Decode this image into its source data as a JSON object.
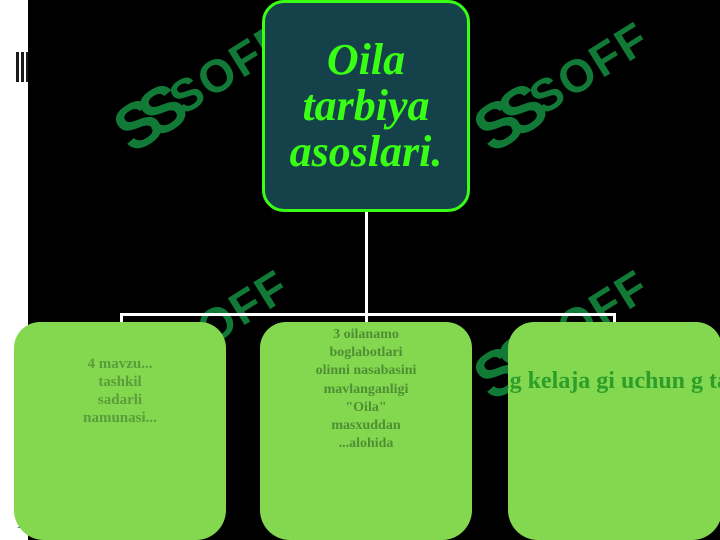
{
  "root": {
    "title": "Oila\ntarbiya\nasoslari."
  },
  "children": [
    {
      "text": "4 mavzu...\ntashkil\nsadarli\nnamunasi..."
    },
    {
      "text": "3 oilanamo\nboglabotlari\nolinni nasabasini\nmavlanganligi\n\"Oila\"\nmasxuddan\n...alohida"
    },
    {
      "text": "Oilaning kelaja\ngi uchun\ng taqibiy..."
    }
  ],
  "slide": {
    "number": "1"
  },
  "watermark": {
    "text": "SOFF",
    "color": "#19a34a"
  },
  "colors": {
    "accent": "#39ff14",
    "root_fill": "#15424a",
    "child_fill": "#84d850",
    "background": "#000000"
  }
}
